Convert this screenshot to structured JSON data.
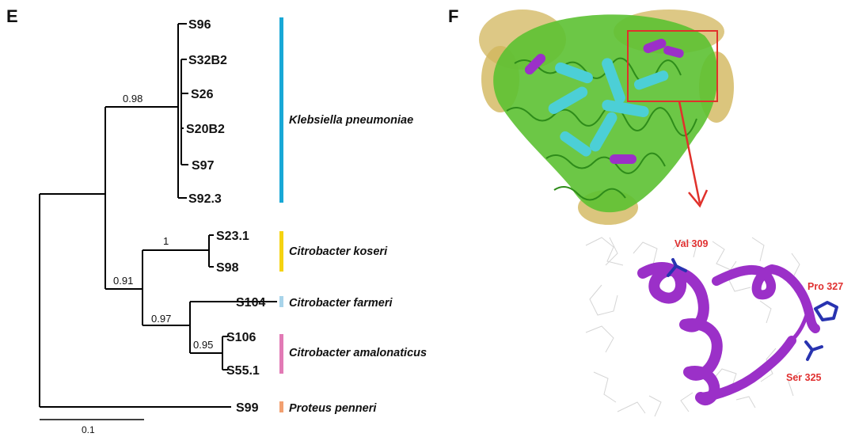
{
  "panels": {
    "left_label": "E",
    "right_label": "F"
  },
  "tree": {
    "leaves": [
      "S96",
      "S32B2",
      "S26",
      "S20B2",
      "S97",
      "S92.3",
      "S23.1",
      "S98",
      "S104",
      "S106",
      "S55.1",
      "S99"
    ],
    "support_values": [
      "0.98",
      "1",
      "0.91",
      "0.97",
      "0.95"
    ],
    "clades": [
      {
        "species": "Klebsiella pneumoniae",
        "color": "#18a8d6"
      },
      {
        "species": "Citrobacter koseri",
        "color": "#f5d311"
      },
      {
        "species": "Citrobacter farmeri",
        "color": "#a8d4ea"
      },
      {
        "species": "Citrobacter amalonaticus",
        "color": "#e27ab5"
      },
      {
        "species": "Proteus penneri",
        "color": "#f2a070"
      }
    ],
    "scale_bar_label": "0.1"
  },
  "structure": {
    "residues": [
      "Val 309",
      "Pro 327",
      "Ser 325"
    ],
    "colors": {
      "highlight_box": "#e0312b",
      "arrow": "#e0312b",
      "helix": "#9b30c8",
      "side_chain": "#2833b0",
      "sheet": "#5cc132",
      "core_helix": "#4ccfd6",
      "domain": "#d2b65c"
    }
  }
}
